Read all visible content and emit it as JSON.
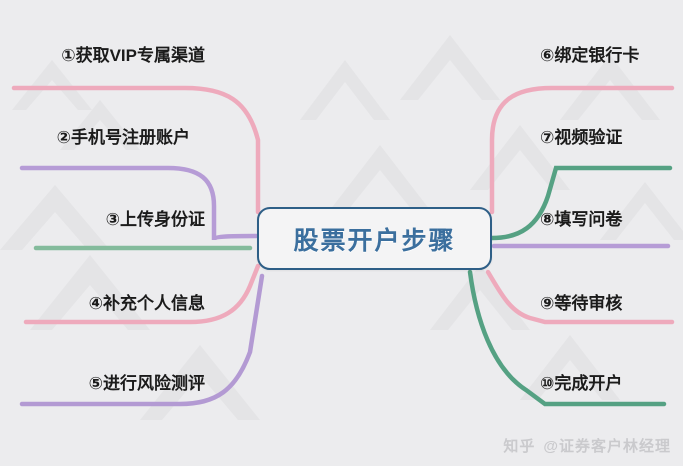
{
  "center": {
    "title": "股票开户步骤",
    "border_color": "#2e5f87",
    "text_color": "#3b6f9e",
    "fill_color": "#f4f4f5"
  },
  "background": {
    "color": "#ececee",
    "watermark_shape_color": "#e3e3e5"
  },
  "branches": {
    "left": [
      {
        "index": "1",
        "label": "①获取VIP专属渠道",
        "color": "#e8a9ba",
        "side": "left"
      },
      {
        "index": "2",
        "label": "②手机号注册账户",
        "color": "#b49ad4",
        "side": "left"
      },
      {
        "index": "3",
        "label": "③上传身份证",
        "color": "#79b894",
        "side": "left"
      },
      {
        "index": "4",
        "label": "④补充个人信息",
        "color": "#e8a9ba",
        "side": "left"
      },
      {
        "index": "5",
        "label": "⑤进行风险测评",
        "color": "#b49ad4",
        "side": "left"
      }
    ],
    "right": [
      {
        "index": "6",
        "label": "⑥绑定银行卡",
        "color": "#e8a9ba",
        "side": "right"
      },
      {
        "index": "7",
        "label": "⑦视频验证",
        "color": "#4f9d7f",
        "side": "right"
      },
      {
        "index": "8",
        "label": "⑧填写问卷",
        "color": "#b49ad4",
        "side": "right"
      },
      {
        "index": "9",
        "label": "⑨等待审核",
        "color": "#e8a9ba",
        "side": "right"
      },
      {
        "index": "10",
        "label": "⑩完成开户",
        "color": "#4f9d7f",
        "side": "right"
      }
    ]
  },
  "watermark": {
    "brand": "知乎",
    "handle": "@证券客户林经理"
  }
}
